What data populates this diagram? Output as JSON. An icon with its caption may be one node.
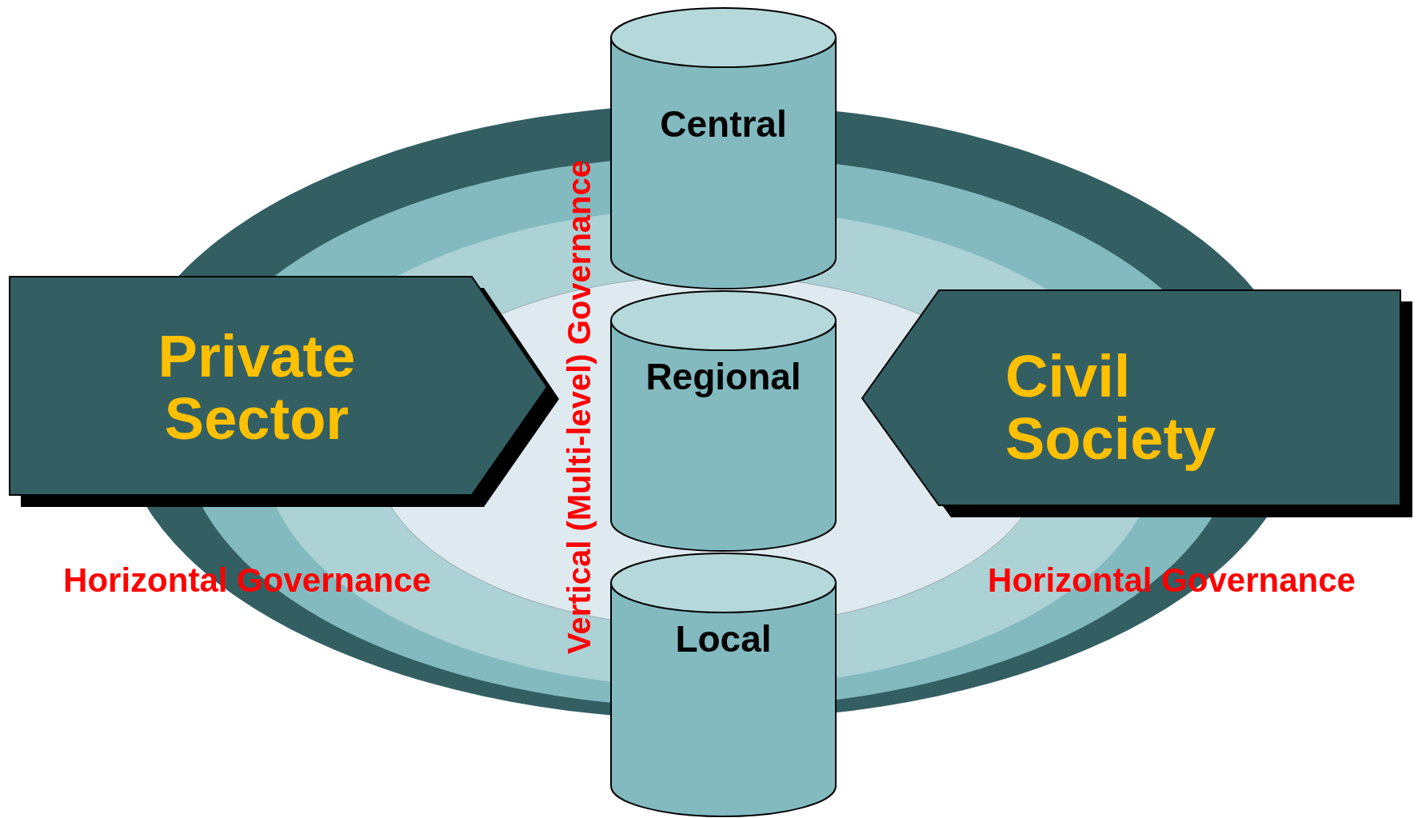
{
  "diagram": {
    "nodes": [
      {
        "text": [
          "Central"
        ]
      },
      {
        "text": [
          "Regional"
        ]
      },
      {
        "text": [
          "Local"
        ]
      },
      {
        "text": [
          "Private Sector"
        ]
      },
      {
        "text": [
          "Civil Society"
        ]
      }
    ],
    "labels": [
      "Vertical (Multi-level) Governance",
      "Horizontal Governance",
      "Horizontal Governance"
    ]
  }
}
